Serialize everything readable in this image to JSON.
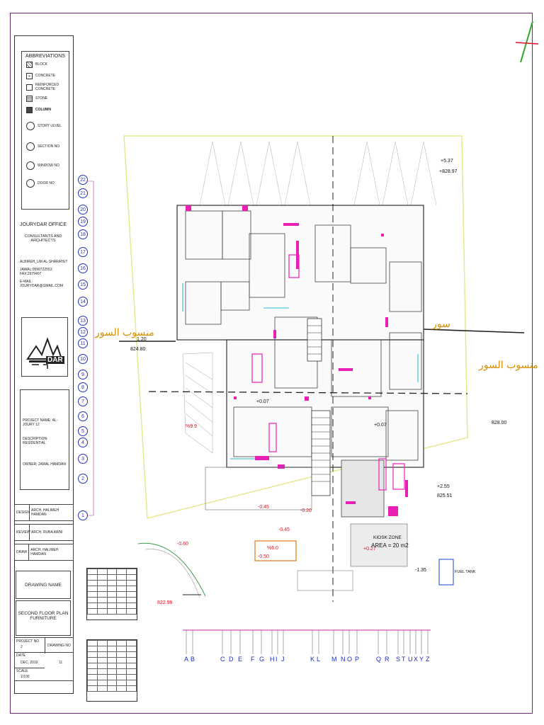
{
  "abbreviations": {
    "title": "ABBREVIATIONS",
    "items": [
      "BLOCK",
      "CONCRETE",
      "REINFORCED CONCRETE",
      "STONE",
      "COLUMN",
      "STORY LEVEL",
      "SECTION NO",
      "WINDOW NO",
      "DOOR NO"
    ]
  },
  "office": {
    "name": "JOURYDAR OFFICE",
    "subtitle": "CONSULTANTS AND ARCHITECTS",
    "address": "ALBIREH_UM AL-SHARAYET",
    "phone": "JAWAL:0599722553  FAX:2979407",
    "email": "E-MAIL: JOURYDAR@GMAIL.COM"
  },
  "logo_text": "DAR",
  "project": {
    "name": "PROJECT NAME: AL-JOURY 12",
    "description": "DESCRIPTION: RESIDENTIAL",
    "owner": "OWNER: JAMAL HAMDAN"
  },
  "staff": [
    {
      "role": "DESIGN",
      "name": "ARCH. HALIMEH HAMDAN"
    },
    {
      "role": "REVIEW",
      "name": "ARCH. RUBA AWNI"
    },
    {
      "role": "DRAW",
      "name": "ARCH. HALIMEH HAMDAN"
    }
  ],
  "drawing": {
    "label": "DRAWING NAME",
    "name": "SECOND FLOOR PLAN",
    "sub": "FURNITURE"
  },
  "meta": {
    "project_no_label": "PROJECT NO",
    "project_no": "2",
    "drawing_no_label": "DRAWING NO",
    "drawing_no": "11",
    "date_label": "DATE",
    "date": "DEC, 2019",
    "scale_label": "SCALE",
    "scale": "1/100"
  },
  "levels": [
    "22",
    "21",
    "20",
    "19",
    "18",
    "17",
    "16",
    "15",
    "14",
    "13",
    "12",
    "11",
    "10",
    "9",
    "8",
    "7",
    "6",
    "5",
    "4",
    "3",
    "2",
    "1"
  ],
  "elevations": {
    "e1": "+5.37",
    "e2": "+828.97",
    "e3": "1.20",
    "e4": "824.80",
    "e5": "828.00",
    "e6": "+2.55",
    "e7": "825.51",
    "e8": "-0.45",
    "e9": "-0.20",
    "e10": "-0.45",
    "e11": "-0.50",
    "e12": "-0.60",
    "e13": "822.96",
    "e14": "-1.35",
    "e15": "%9.9",
    "e16": "%6.0",
    "e17": "+0.27",
    "e18": "+0.07",
    "e19": "+0.07"
  },
  "labels": {
    "kiosk": "KIOSK ZONE",
    "area": "AREA = 20 m2",
    "fuel": "FUEL TANK"
  },
  "arabic": {
    "left": "منسوب السور",
    "right": "منسوب السور",
    "top_right": "سور"
  },
  "grid_letters": [
    "A",
    "B",
    "C",
    "D",
    "E",
    "F",
    "G",
    "H",
    "I",
    "J",
    "K",
    "L",
    "M",
    "N",
    "O",
    "P",
    "Q",
    "R",
    "S",
    "T",
    "U",
    "X",
    "Y",
    "Z"
  ],
  "colors": {
    "frame": "#6a2a6a",
    "wall": "#c02aa8",
    "magenta": "#e91eb4",
    "grid": "#1a2ebd",
    "red": "#e01020",
    "yellow": "#e8e890",
    "orange": "#d79000"
  }
}
